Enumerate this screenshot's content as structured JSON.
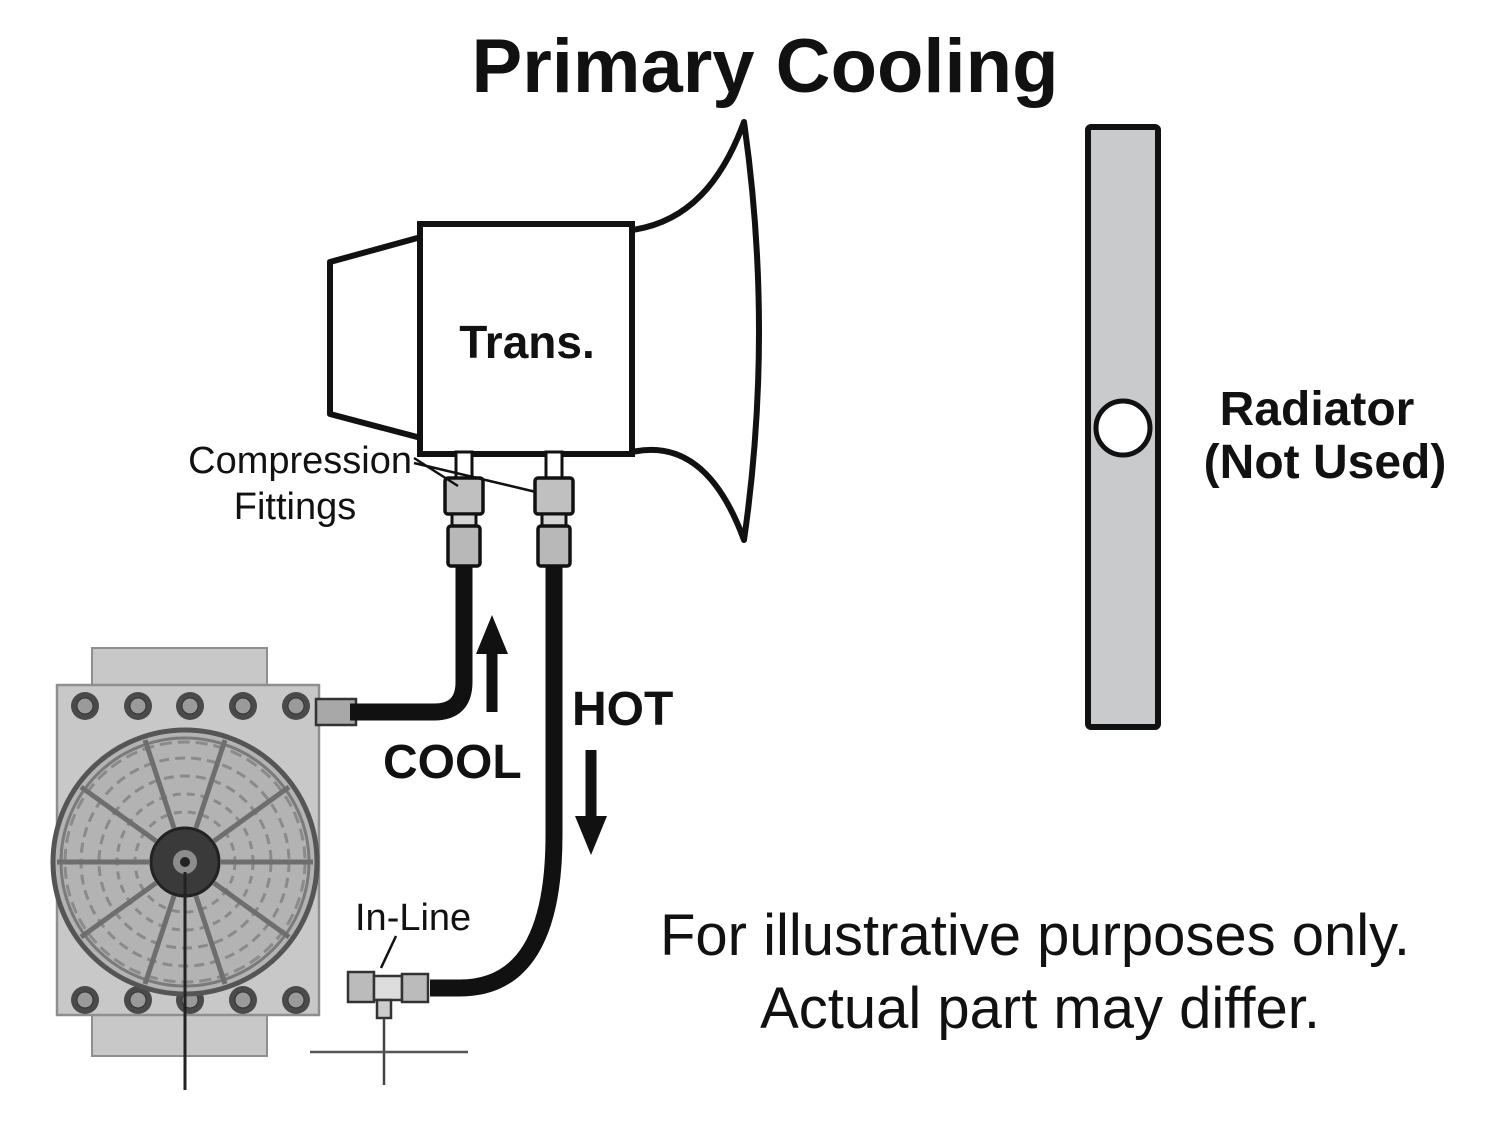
{
  "title": "Primary Cooling",
  "transmission": {
    "label": "Trans."
  },
  "fittings": {
    "label_line1": "Compression",
    "label_line2": "Fittings"
  },
  "flow": {
    "cool_label": "COOL",
    "hot_label": "HOT"
  },
  "inline_fitting": {
    "label": "In-Line"
  },
  "radiator": {
    "label_line1": "Radiator",
    "label_line2": "(Not Used)"
  },
  "disclaimer": {
    "line1": "For illustrative purposes only.",
    "line2": "Actual part may differ."
  },
  "colors": {
    "ink": "#111111",
    "radiator_fill": "#c9cacb",
    "plate_fill": "#c8c8c8",
    "fan_ring_fill": "#b3b3b3",
    "fitting_fill": "#c0c0c0",
    "hose": "#111111"
  }
}
